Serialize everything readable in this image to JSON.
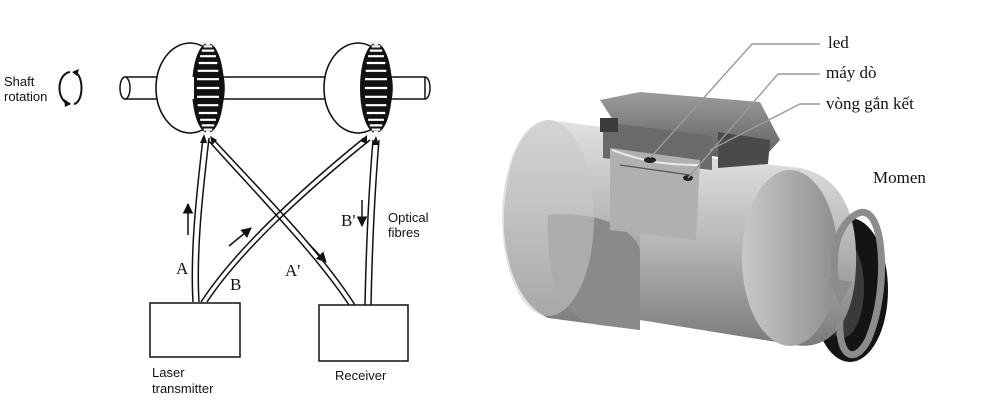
{
  "left_diagram": {
    "shaft_label_line1": "Shaft",
    "shaft_label_line2": "rotation",
    "optical_label_line1": "Optical",
    "optical_label_line2": "fibres",
    "path_a": "A",
    "path_b": "B",
    "path_a_prime": "A'",
    "path_b_prime": "B'",
    "transmitter_line1": "Laser",
    "transmitter_line2": "transmitter",
    "receiver": "Receiver"
  },
  "right_diagram": {
    "led_label": "led",
    "detector_label": "máy dò",
    "ring_label": "vòng gắn kết",
    "torque_label": "Momen"
  },
  "colors": {
    "line": "#111111",
    "cylinder_light": "#d4d4d4",
    "cylinder_mid": "#9a9a9a",
    "cylinder_dark": "#5e5e5e",
    "arrow_gray": "#8c8c8c"
  }
}
